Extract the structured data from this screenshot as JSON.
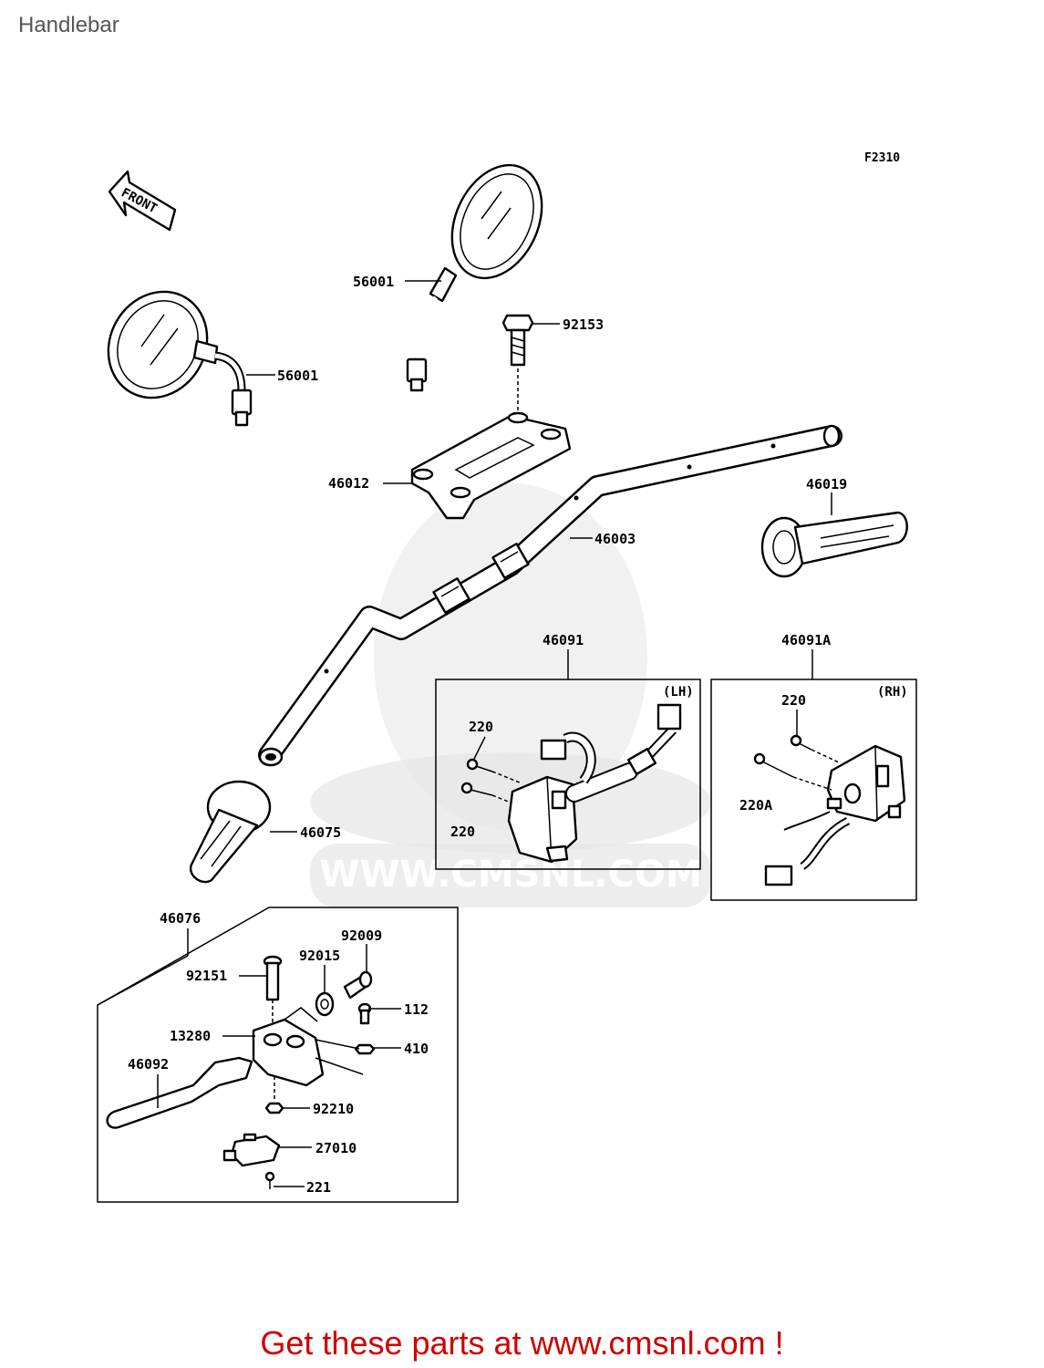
{
  "page_title": "Handlebar",
  "figure_code": "F2310",
  "front_arrow_label": "FRONT",
  "watermark_text": "WWW.CMSNL.COM",
  "footer_text": "Get these parts at www.cmsnl.com !",
  "colors": {
    "footer": "#d00000",
    "line": "#000000",
    "title": "#555555",
    "watermark": "#e6e6e6"
  },
  "parts": {
    "mirror_right": "56001",
    "mirror_left": "56001",
    "bolt_holder": "92153",
    "handlebar_holder": "46012",
    "handlebar": "46003",
    "grip_throttle": "46019",
    "grip_left": "46075",
    "switch_lh": "46091",
    "switch_rh": "46091A",
    "lever_assembly": "46076"
  },
  "lh_box": {
    "tag": "(LH)",
    "screw_a": "220",
    "screw_b": "220"
  },
  "rh_box": {
    "tag": "(RH)",
    "screw_a": "220",
    "screw_b": "220A"
  },
  "lever_box": {
    "bolt_pivot": "92151",
    "nut_cap": "92015",
    "adjuster": "92009",
    "screw": "112",
    "nut": "410",
    "holder": "13280",
    "lever": "46092",
    "nut_lower": "92210",
    "switch": "27010",
    "switch_screw": "221"
  }
}
